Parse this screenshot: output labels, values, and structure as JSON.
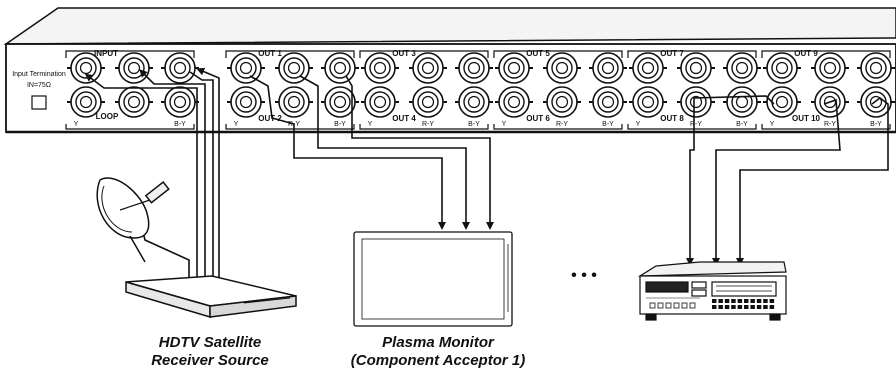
{
  "panel": {
    "input_label": "INPUT",
    "loop_label": "LOOP",
    "termination_label": "Input Termination",
    "termination_value": "IN=75Ω",
    "y_label": "Y",
    "ry_label": "R-Y",
    "by_label": "B-Y",
    "outputs_top": [
      "OUT 1",
      "OUT 3",
      "OUT 5",
      "OUT 7",
      "OUT 9"
    ],
    "outputs_bottom": [
      "OUT 2",
      "OUT 4",
      "OUT 6",
      "OUT 8",
      "OUT 10"
    ]
  },
  "ellipsis": "• • •",
  "captions": {
    "source_line1": "HDTV Satellite",
    "source_line2": "Receiver Source",
    "monitor_line1": "Plasma Monitor",
    "monitor_line2": "(Component Acceptor 1)"
  }
}
